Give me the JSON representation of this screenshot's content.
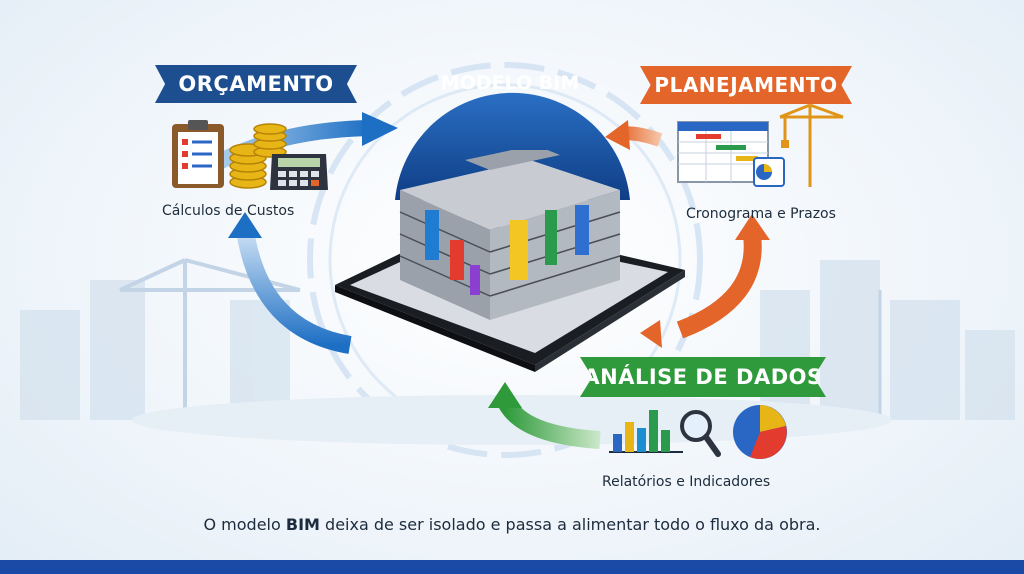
{
  "center": {
    "title": "MODELO BIM"
  },
  "nodes": {
    "orcamento": {
      "title": "ORÇAMENTO",
      "caption": "Cálculos de Custos"
    },
    "planejamento": {
      "title": "PLANEJAMENTO",
      "caption": "Cronograma e Prazos"
    },
    "analise": {
      "title": "ANÁLISE DE DADOS",
      "caption": "Relatórios e Indicadores"
    }
  },
  "footer": {
    "before": "O modelo ",
    "bold": "BIM",
    "after": " deixa de ser isolado e passa a alimentar todo o fluxo da obra."
  },
  "colors": {
    "blue": "#1d4e8f",
    "orange": "#e4652a",
    "green": "#2f9a3b",
    "footer_bar": "#1b49a6"
  },
  "icons": [
    "clipboard-icon",
    "coins-icon",
    "calculator-icon",
    "gantt-chart-icon",
    "crane-icon",
    "bar-chart-icon",
    "magnifier-icon",
    "pie-chart-icon",
    "tablet-icon",
    "building-model-icon"
  ]
}
